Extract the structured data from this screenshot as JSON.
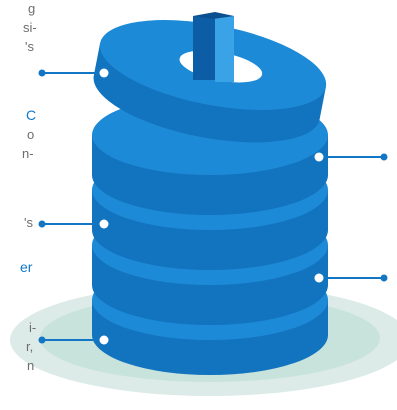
{
  "colors": {
    "top_face": "#1d8ad7",
    "side_band": "#1273bf",
    "side_dark": "#0c5da6",
    "highlight": "#3aa2e6",
    "connector": "#1276c4",
    "base_disc": "#dcebe7",
    "base_inner": "#c5e0da",
    "text_gray": "#6d6d6d",
    "text_blue": "#1278c8"
  },
  "text_fragments": [
    {
      "id": "t1",
      "text": "g"
    },
    {
      "id": "t2",
      "text": "si-"
    },
    {
      "id": "t3",
      "text": "'s"
    },
    {
      "id": "t4",
      "text": "C"
    },
    {
      "id": "t5",
      "text": "o"
    },
    {
      "id": "t6",
      "text": "n-"
    },
    {
      "id": "t7",
      "text": "'s"
    },
    {
      "id": "t8",
      "text": "er"
    },
    {
      "id": "t9",
      "text": "i-"
    },
    {
      "id": "t10",
      "text": "r,"
    },
    {
      "id": "t11",
      "text": "n"
    }
  ],
  "connectors": [
    {
      "id": "c1",
      "side": "left"
    },
    {
      "id": "c2",
      "side": "right"
    },
    {
      "id": "c3",
      "side": "left"
    },
    {
      "id": "c4",
      "side": "right"
    },
    {
      "id": "c5",
      "side": "left"
    }
  ]
}
